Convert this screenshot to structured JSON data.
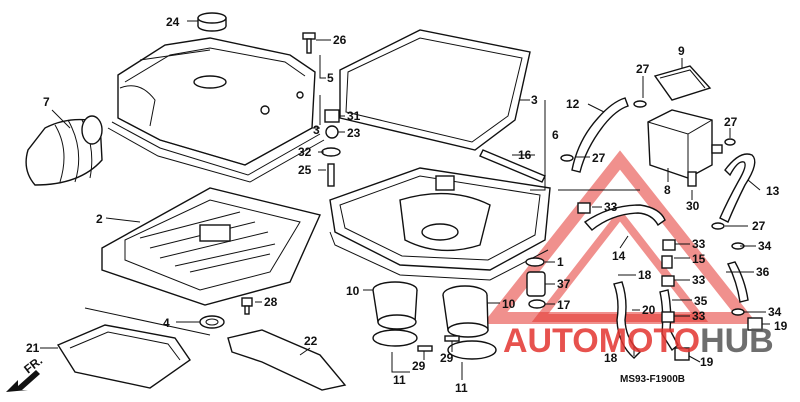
{
  "diagram": {
    "code": "MS93-F1900B",
    "direction_label": "FR.",
    "labels": [
      {
        "id": "24",
        "text": "24"
      },
      {
        "id": "26",
        "text": "26"
      },
      {
        "id": "5",
        "text": "5"
      },
      {
        "id": "7",
        "text": "7"
      },
      {
        "id": "31",
        "text": "31"
      },
      {
        "id": "23",
        "text": "23"
      },
      {
        "id": "3a",
        "text": "3"
      },
      {
        "id": "3b",
        "text": "3"
      },
      {
        "id": "32",
        "text": "32"
      },
      {
        "id": "25",
        "text": "25"
      },
      {
        "id": "2",
        "text": "2"
      },
      {
        "id": "28",
        "text": "28"
      },
      {
        "id": "4",
        "text": "4"
      },
      {
        "id": "21",
        "text": "21"
      },
      {
        "id": "22",
        "text": "22"
      },
      {
        "id": "6",
        "text": "6"
      },
      {
        "id": "16",
        "text": "16"
      },
      {
        "id": "1",
        "text": "1"
      },
      {
        "id": "37",
        "text": "37"
      },
      {
        "id": "17",
        "text": "17"
      },
      {
        "id": "10a",
        "text": "10"
      },
      {
        "id": "10b",
        "text": "10"
      },
      {
        "id": "29a",
        "text": "29"
      },
      {
        "id": "29b",
        "text": "29"
      },
      {
        "id": "11a",
        "text": "11"
      },
      {
        "id": "11b",
        "text": "11"
      },
      {
        "id": "9",
        "text": "9"
      },
      {
        "id": "27a",
        "text": "27"
      },
      {
        "id": "12",
        "text": "12"
      },
      {
        "id": "27b",
        "text": "27"
      },
      {
        "id": "27c",
        "text": "27"
      },
      {
        "id": "27d",
        "text": "27"
      },
      {
        "id": "8",
        "text": "8"
      },
      {
        "id": "13",
        "text": "13"
      },
      {
        "id": "30",
        "text": "30"
      },
      {
        "id": "33a",
        "text": "33"
      },
      {
        "id": "33b",
        "text": "33"
      },
      {
        "id": "33c",
        "text": "33"
      },
      {
        "id": "33d",
        "text": "33"
      },
      {
        "id": "14",
        "text": "14"
      },
      {
        "id": "15",
        "text": "15"
      },
      {
        "id": "18a",
        "text": "18"
      },
      {
        "id": "18b",
        "text": "18"
      },
      {
        "id": "20",
        "text": "20"
      },
      {
        "id": "35",
        "text": "35"
      },
      {
        "id": "34a",
        "text": "34"
      },
      {
        "id": "34b",
        "text": "34"
      },
      {
        "id": "36",
        "text": "36"
      },
      {
        "id": "19a",
        "text": "19"
      },
      {
        "id": "19b",
        "text": "19"
      }
    ]
  },
  "watermark": {
    "part1": "AUTOMOTO",
    "part2": "HUB",
    "color1": "#e3342f",
    "color2": "#555555"
  }
}
